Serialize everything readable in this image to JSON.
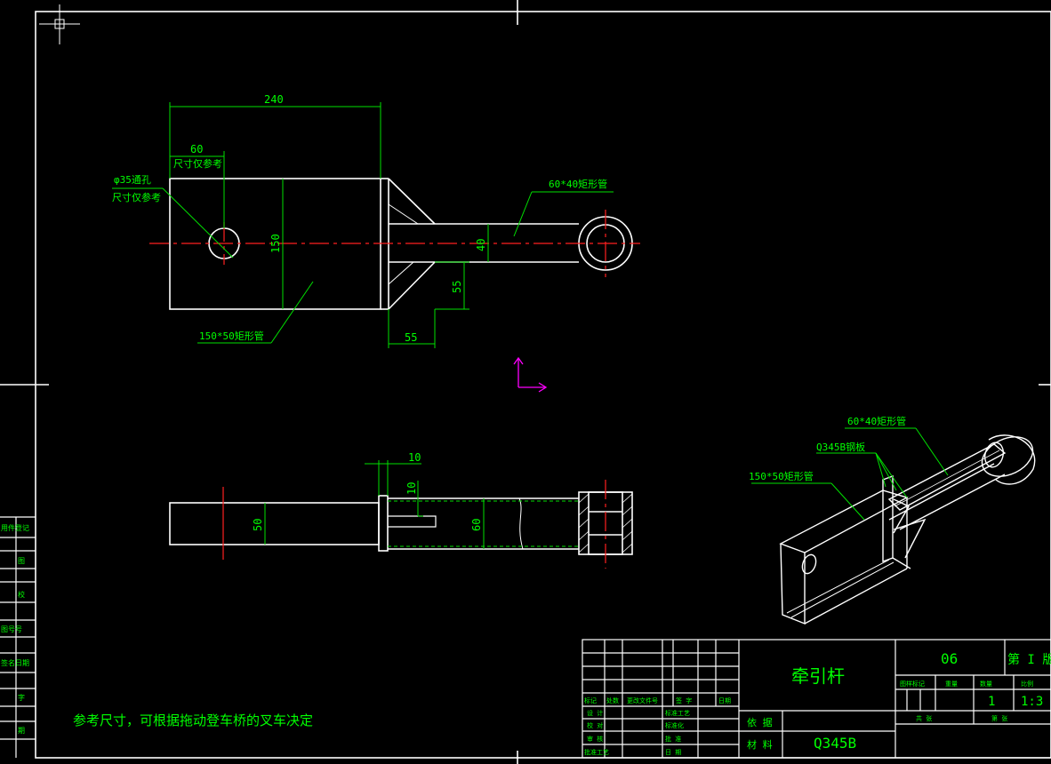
{
  "colors": {
    "background": "#000000",
    "object": "#ffffff",
    "dimension": "#00e000",
    "centerline": "#ff2020",
    "text": "#00ff00",
    "ucs": "#ff00ff"
  },
  "top_view": {
    "dim_240": "240",
    "dim_60": "60",
    "dim_60_note": "尺寸仅参考",
    "hole_label": "φ35通孔",
    "hole_note": "尺寸仅参考",
    "dim_150": "150",
    "dim_40": "40",
    "dim_55_v": "55",
    "dim_55_h": "55",
    "label_tube_small": "60*40矩形管",
    "label_tube_large": "150*50矩形管"
  },
  "front_view": {
    "dim_10_top": "10",
    "dim_10_side": "10",
    "dim_50": "50",
    "dim_60": "60"
  },
  "iso_view": {
    "label_tube_small": "60*40矩形管",
    "label_plate": "Q345B钢板",
    "label_tube_large": "150*50矩形管"
  },
  "note": "参考尺寸，可根据拖动登车桥的叉车决定",
  "left_strip": [
    "用件登记",
    "图",
    "校",
    "图号号",
    "签名日期",
    "字",
    "期"
  ],
  "title_block": {
    "part_name": "牵引杆",
    "drawing_no": "06",
    "sheet": "第 I 版",
    "weight_hdr": "图样标记",
    "weight_col": "重量",
    "qty_col": "数量",
    "scale_col": "比例",
    "qty_val": "1",
    "scale_val": "1:3",
    "sheets_total": "共 张",
    "sheet_no": "第 张",
    "basis_label": "依 据",
    "material_label": "材 料",
    "material": "Q345B",
    "rev_headers": [
      "标记",
      "处数",
      "更改文件号",
      "签 字",
      "日期"
    ],
    "sign_rows": [
      "设 计",
      "校 对",
      "审 核",
      "批准工艺"
    ],
    "sign_rows2": [
      "标准工艺",
      "标准化",
      "批 准",
      "日 期"
    ]
  }
}
